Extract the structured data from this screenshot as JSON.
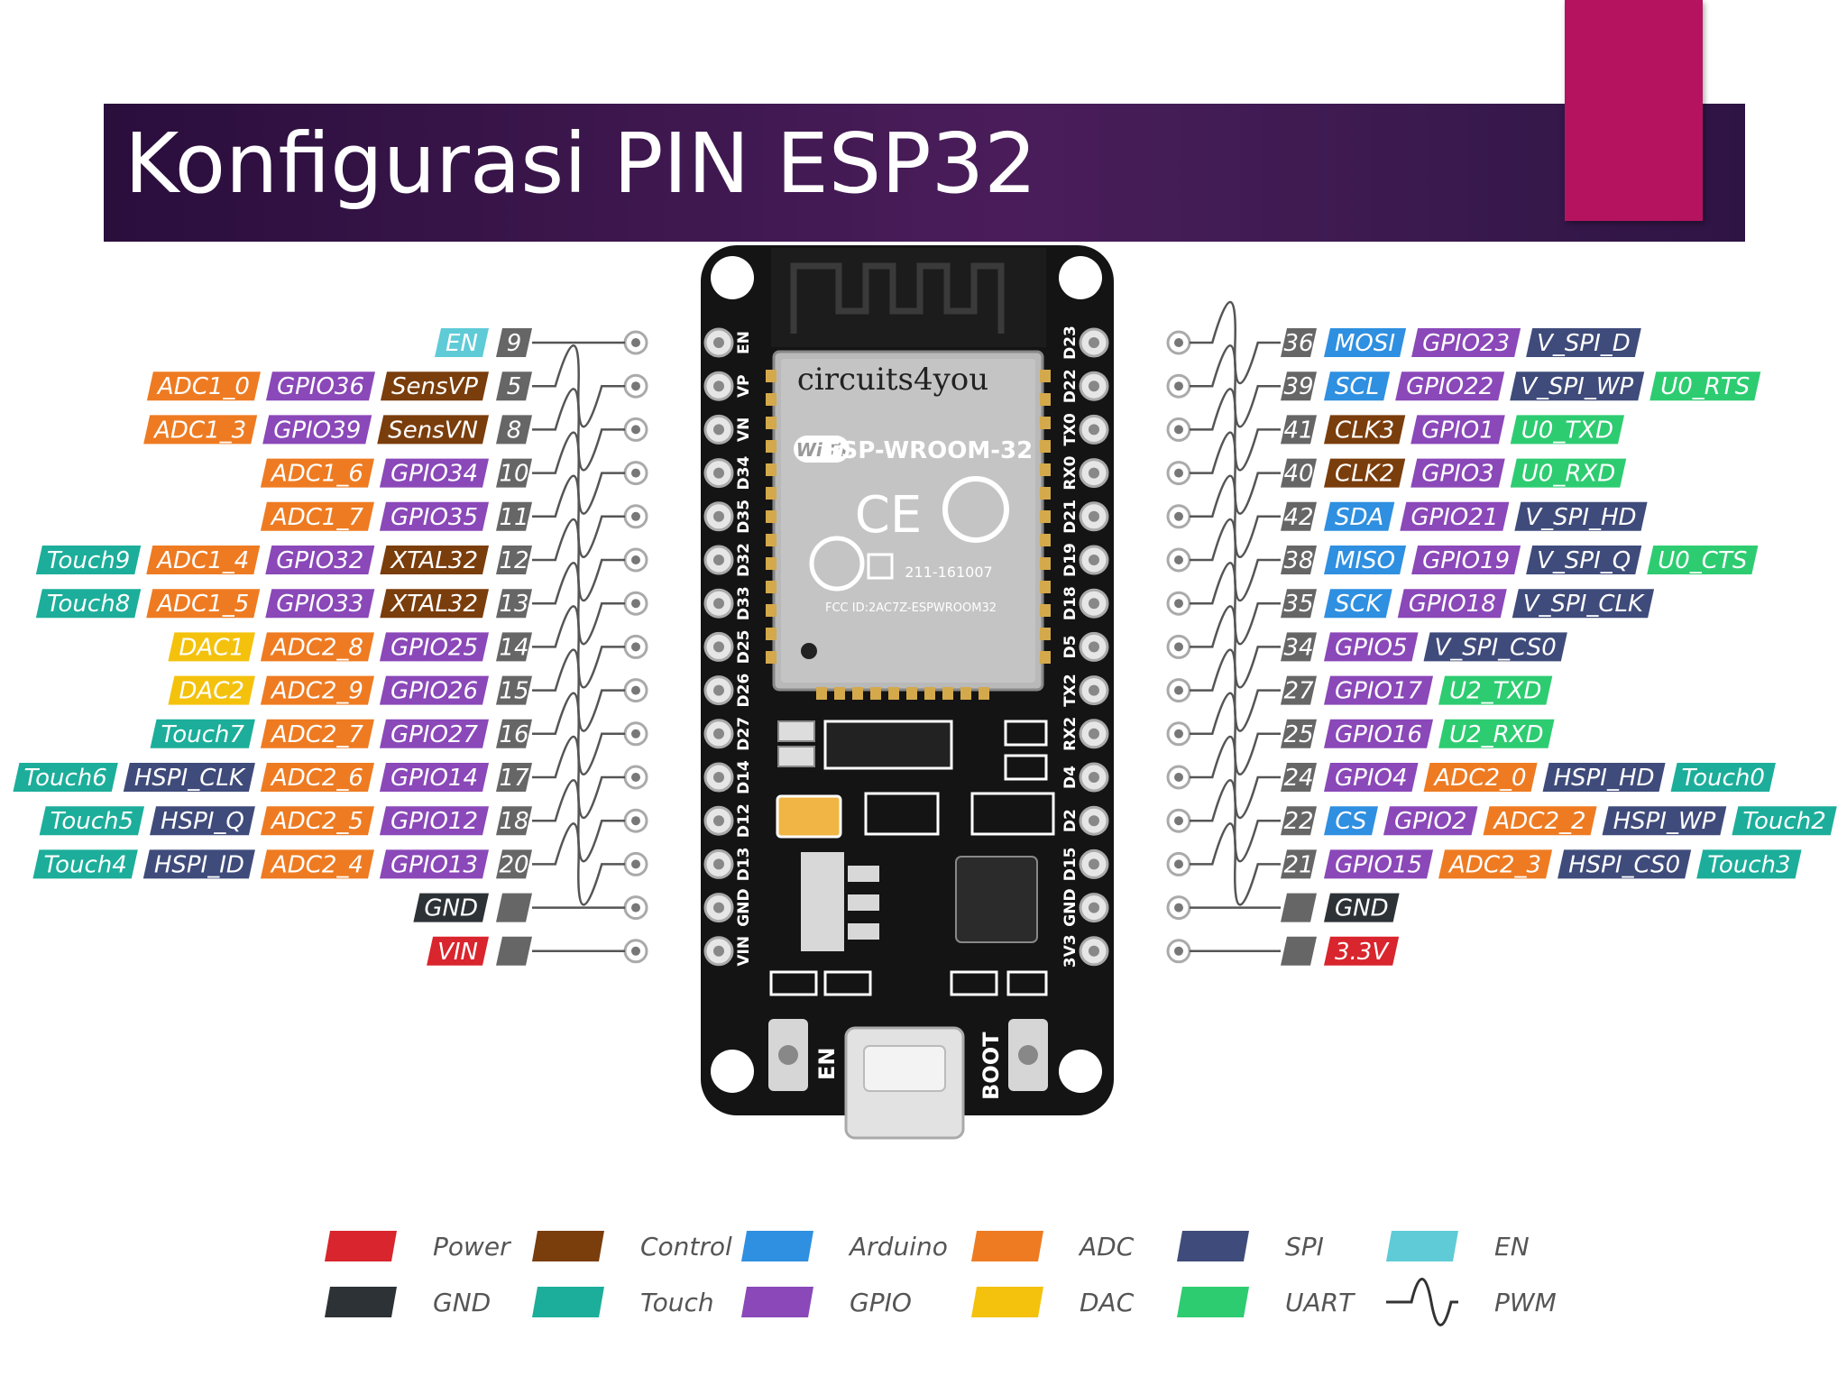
{
  "title": "Konfigurasi PIN ESP32",
  "colors": {
    "Power": "#d9252d",
    "GND": "#2d3236",
    "Control": "#7a3d0c",
    "Touch": "#1cae9a",
    "Arduino": "#2f8fe0",
    "GPIO": "#8a48b8",
    "ADC": "#ee7b22",
    "DAC": "#f4c20d",
    "SPI": "#3f4b7a",
    "UART": "#2ecc71",
    "EN": "#5fcbd6",
    "PIN": "#666666"
  },
  "board": {
    "brand": "circuits4you",
    "module": "ESP-WROOM-32",
    "wifi": "Wi Fi",
    "ce": "CE",
    "cert": "211-161007",
    "fcc": "FCC ID:2AC7Z-ESPWROOM32",
    "btn_en": "EN",
    "btn_boot": "BOOT",
    "left_pins": [
      "EN",
      "VP",
      "VN",
      "D34",
      "D35",
      "D32",
      "D33",
      "D25",
      "D26",
      "D27",
      "D14",
      "D12",
      "D13",
      "GND",
      "VIN"
    ],
    "right_pins": [
      "D23",
      "D22",
      "TX0",
      "RX0",
      "D21",
      "D19",
      "D18",
      "D5",
      "TX2",
      "RX2",
      "D4",
      "D2",
      "D15",
      "GND",
      "3V3"
    ]
  },
  "left_rows": [
    {
      "pin": "9",
      "pwm": false,
      "labels": [
        {
          "t": "EN",
          "c": "EN"
        }
      ]
    },
    {
      "pin": "5",
      "pwm": true,
      "labels": [
        {
          "t": "SensVP",
          "c": "Control"
        },
        {
          "t": "GPIO36",
          "c": "GPIO"
        },
        {
          "t": "ADC1_0",
          "c": "ADC"
        }
      ]
    },
    {
      "pin": "8",
      "pwm": true,
      "labels": [
        {
          "t": "SensVN",
          "c": "Control"
        },
        {
          "t": "GPIO39",
          "c": "GPIO"
        },
        {
          "t": "ADC1_3",
          "c": "ADC"
        }
      ]
    },
    {
      "pin": "10",
      "pwm": true,
      "labels": [
        {
          "t": "GPIO34",
          "c": "GPIO"
        },
        {
          "t": "ADC1_6",
          "c": "ADC"
        }
      ]
    },
    {
      "pin": "11",
      "pwm": true,
      "labels": [
        {
          "t": "GPIO35",
          "c": "GPIO"
        },
        {
          "t": "ADC1_7",
          "c": "ADC"
        }
      ]
    },
    {
      "pin": "12",
      "pwm": true,
      "labels": [
        {
          "t": "XTAL32",
          "c": "Control"
        },
        {
          "t": "GPIO32",
          "c": "GPIO"
        },
        {
          "t": "ADC1_4",
          "c": "ADC"
        },
        {
          "t": "Touch9",
          "c": "Touch"
        }
      ]
    },
    {
      "pin": "13",
      "pwm": true,
      "labels": [
        {
          "t": "XTAL32",
          "c": "Control"
        },
        {
          "t": "GPIO33",
          "c": "GPIO"
        },
        {
          "t": "ADC1_5",
          "c": "ADC"
        },
        {
          "t": "Touch8",
          "c": "Touch"
        }
      ]
    },
    {
      "pin": "14",
      "pwm": true,
      "labels": [
        {
          "t": "GPIO25",
          "c": "GPIO"
        },
        {
          "t": "ADC2_8",
          "c": "ADC"
        },
        {
          "t": "DAC1",
          "c": "DAC"
        }
      ]
    },
    {
      "pin": "15",
      "pwm": true,
      "labels": [
        {
          "t": "GPIO26",
          "c": "GPIO"
        },
        {
          "t": "ADC2_9",
          "c": "ADC"
        },
        {
          "t": "DAC2",
          "c": "DAC"
        }
      ]
    },
    {
      "pin": "16",
      "pwm": true,
      "labels": [
        {
          "t": "GPIO27",
          "c": "GPIO"
        },
        {
          "t": "ADC2_7",
          "c": "ADC"
        },
        {
          "t": "Touch7",
          "c": "Touch"
        }
      ]
    },
    {
      "pin": "17",
      "pwm": true,
      "labels": [
        {
          "t": "GPIO14",
          "c": "GPIO"
        },
        {
          "t": "ADC2_6",
          "c": "ADC"
        },
        {
          "t": "HSPI_CLK",
          "c": "SPI"
        },
        {
          "t": "Touch6",
          "c": "Touch"
        }
      ]
    },
    {
      "pin": "18",
      "pwm": true,
      "labels": [
        {
          "t": "GPIO12",
          "c": "GPIO"
        },
        {
          "t": "ADC2_5",
          "c": "ADC"
        },
        {
          "t": "HSPI_Q",
          "c": "SPI"
        },
        {
          "t": "Touch5",
          "c": "Touch"
        }
      ]
    },
    {
      "pin": "20",
      "pwm": true,
      "labels": [
        {
          "t": "GPIO13",
          "c": "GPIO"
        },
        {
          "t": "ADC2_4",
          "c": "ADC"
        },
        {
          "t": "HSPI_ID",
          "c": "SPI"
        },
        {
          "t": "Touch4",
          "c": "Touch"
        }
      ]
    },
    {
      "pin": "",
      "pwm": false,
      "labels": [
        {
          "t": "GND",
          "c": "GND"
        }
      ]
    },
    {
      "pin": "",
      "pwm": false,
      "labels": [
        {
          "t": "VIN",
          "c": "Power"
        }
      ]
    }
  ],
  "right_rows": [
    {
      "pin": "36",
      "pwm": true,
      "labels": [
        {
          "t": "MOSI",
          "c": "Arduino"
        },
        {
          "t": "GPIO23",
          "c": "GPIO"
        },
        {
          "t": "V_SPI_D",
          "c": "SPI"
        }
      ]
    },
    {
      "pin": "39",
      "pwm": true,
      "labels": [
        {
          "t": "SCL",
          "c": "Arduino"
        },
        {
          "t": "GPIO22",
          "c": "GPIO"
        },
        {
          "t": "V_SPI_WP",
          "c": "SPI"
        },
        {
          "t": "U0_RTS",
          "c": "UART"
        }
      ]
    },
    {
      "pin": "41",
      "pwm": true,
      "labels": [
        {
          "t": "CLK3",
          "c": "Control"
        },
        {
          "t": "GPIO1",
          "c": "GPIO"
        },
        {
          "t": "U0_TXD",
          "c": "UART"
        }
      ]
    },
    {
      "pin": "40",
      "pwm": true,
      "labels": [
        {
          "t": "CLK2",
          "c": "Control"
        },
        {
          "t": "GPIO3",
          "c": "GPIO"
        },
        {
          "t": "U0_RXD",
          "c": "UART"
        }
      ]
    },
    {
      "pin": "42",
      "pwm": true,
      "labels": [
        {
          "t": "SDA",
          "c": "Arduino"
        },
        {
          "t": "GPIO21",
          "c": "GPIO"
        },
        {
          "t": "V_SPI_HD",
          "c": "SPI"
        }
      ]
    },
    {
      "pin": "38",
      "pwm": true,
      "labels": [
        {
          "t": "MISO",
          "c": "Arduino"
        },
        {
          "t": "GPIO19",
          "c": "GPIO"
        },
        {
          "t": "V_SPI_Q",
          "c": "SPI"
        },
        {
          "t": "U0_CTS",
          "c": "UART"
        }
      ]
    },
    {
      "pin": "35",
      "pwm": true,
      "labels": [
        {
          "t": "SCK",
          "c": "Arduino"
        },
        {
          "t": "GPIO18",
          "c": "GPIO"
        },
        {
          "t": "V_SPI_CLK",
          "c": "SPI"
        }
      ]
    },
    {
      "pin": "34",
      "pwm": true,
      "labels": [
        {
          "t": "GPIO5",
          "c": "GPIO"
        },
        {
          "t": "V_SPI_CS0",
          "c": "SPI"
        }
      ]
    },
    {
      "pin": "27",
      "pwm": true,
      "labels": [
        {
          "t": "GPIO17",
          "c": "GPIO"
        },
        {
          "t": "U2_TXD",
          "c": "UART"
        }
      ]
    },
    {
      "pin": "25",
      "pwm": true,
      "labels": [
        {
          "t": "GPIO16",
          "c": "GPIO"
        },
        {
          "t": "U2_RXD",
          "c": "UART"
        }
      ]
    },
    {
      "pin": "24",
      "pwm": true,
      "labels": [
        {
          "t": "GPIO4",
          "c": "GPIO"
        },
        {
          "t": "ADC2_0",
          "c": "ADC"
        },
        {
          "t": "HSPI_HD",
          "c": "SPI"
        },
        {
          "t": "Touch0",
          "c": "Touch"
        }
      ]
    },
    {
      "pin": "22",
      "pwm": true,
      "labels": [
        {
          "t": "CS",
          "c": "Arduino"
        },
        {
          "t": "GPIO2",
          "c": "GPIO"
        },
        {
          "t": "ADC2_2",
          "c": "ADC"
        },
        {
          "t": "HSPI_WP",
          "c": "SPI"
        },
        {
          "t": "Touch2",
          "c": "Touch"
        }
      ]
    },
    {
      "pin": "21",
      "pwm": true,
      "labels": [
        {
          "t": "GPIO15",
          "c": "GPIO"
        },
        {
          "t": "ADC2_3",
          "c": "ADC"
        },
        {
          "t": "HSPI_CS0",
          "c": "SPI"
        },
        {
          "t": "Touch3",
          "c": "Touch"
        }
      ]
    },
    {
      "pin": "",
      "pwm": false,
      "labels": [
        {
          "t": "GND",
          "c": "GND"
        }
      ]
    },
    {
      "pin": "",
      "pwm": false,
      "labels": [
        {
          "t": "3.3V",
          "c": "Power"
        }
      ]
    }
  ],
  "legend": [
    [
      {
        "t": "Power",
        "c": "Power"
      },
      {
        "t": "Control",
        "c": "Control"
      },
      {
        "t": "Arduino",
        "c": "Arduino"
      },
      {
        "t": "ADC",
        "c": "ADC"
      },
      {
        "t": "SPI",
        "c": "SPI"
      },
      {
        "t": "EN",
        "c": "EN"
      }
    ],
    [
      {
        "t": "GND",
        "c": "GND"
      },
      {
        "t": "Touch",
        "c": "Touch"
      },
      {
        "t": "GPIO",
        "c": "GPIO"
      },
      {
        "t": "DAC",
        "c": "DAC"
      },
      {
        "t": "UART",
        "c": "UART"
      },
      {
        "t": "PWM",
        "c": "PWM"
      }
    ]
  ]
}
